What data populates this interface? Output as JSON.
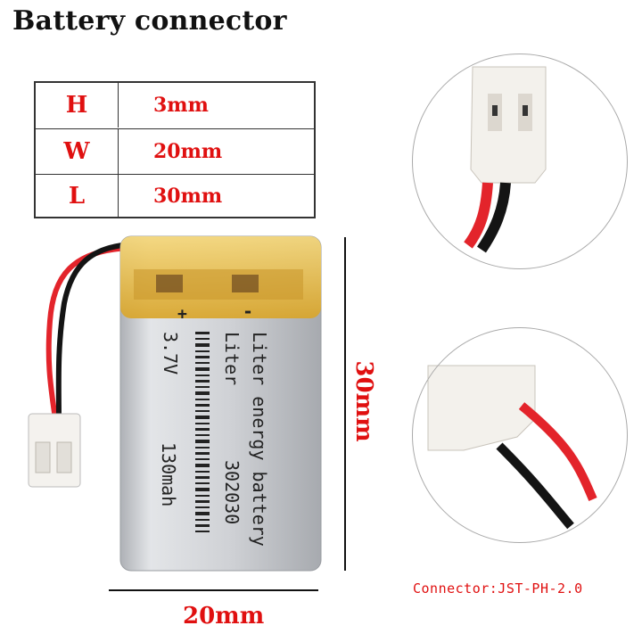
{
  "title": "Battery connector",
  "dimensions": [
    {
      "key": "H",
      "value": "3mm"
    },
    {
      "key": "W",
      "value": "20mm"
    },
    {
      "key": "L",
      "value": "30mm"
    }
  ],
  "battery": {
    "positive": "+",
    "negative": "-",
    "voltage": "3.7V",
    "brand": "Liter",
    "line1": "Liter energy battery",
    "model": "302030",
    "capacity": "130mah"
  },
  "measure": {
    "height": "30mm",
    "width": "20mm"
  },
  "connector_label": "Connector:JST-PH-2.0",
  "colors": {
    "accent": "#e01010",
    "wire_red": "#e3242b",
    "wire_black": "#111111",
    "tape": "#e9b83a",
    "cell": "#d2d4d8"
  }
}
